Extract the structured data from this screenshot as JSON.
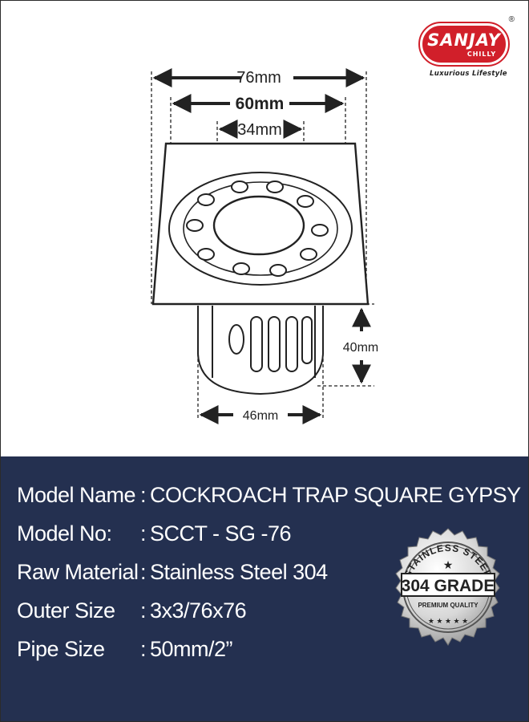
{
  "brand": {
    "name": "SANJAY",
    "sub": "CHILLY",
    "registered": "®",
    "tagline": "Luxurious Lifestyle",
    "color": "#d11f2a"
  },
  "dimensions": {
    "outer_width": "76mm",
    "grate_width": "60mm",
    "inner_width": "34mm",
    "trap_height": "40mm",
    "trap_width": "46mm"
  },
  "specs": [
    {
      "label": "Model Name",
      "separator": ":",
      "value": "COCKROACH TRAP SQUARE GYPSY"
    },
    {
      "label": "Model No:",
      "separator": ":",
      "value": "SCCT - SG -76"
    },
    {
      "label": "Raw Material",
      "separator": ":",
      "value": "Stainless Steel 304"
    },
    {
      "label": "Outer Size",
      "separator": ":",
      "value": "3x3/76x76"
    },
    {
      "label": "Pipe Size",
      "separator": ":",
      "value": "50mm/2”"
    }
  ],
  "seal": {
    "arc_text": "STAINLESS STEEL",
    "grade": "304 GRADE",
    "quality": "PREMIUM QUALITY",
    "star_top": "★",
    "stars_bottom": "★ ★ ★ ★ ★"
  },
  "colors": {
    "panel_background": "#243050",
    "text_white": "#ffffff",
    "line": "#222222"
  }
}
